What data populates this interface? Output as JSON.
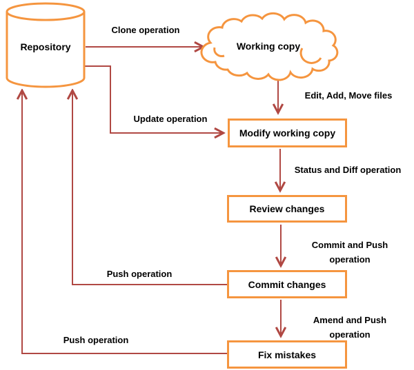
{
  "diagram": {
    "type": "flowchart",
    "topic": "Version control workflow",
    "colors": {
      "shape_outline": "#f5953f",
      "arrow": "#b04843",
      "label": "#000000",
      "background": "#ffffff"
    },
    "nodes": {
      "repository": {
        "label": "Repository",
        "shape": "cylinder"
      },
      "working_copy": {
        "label": "Working copy",
        "shape": "cloud"
      },
      "modify_working_copy": {
        "label": "Modify working copy",
        "shape": "rectangle"
      },
      "review_changes": {
        "label": "Review changes",
        "shape": "rectangle"
      },
      "commit_changes": {
        "label": "Commit changes",
        "shape": "rectangle"
      },
      "fix_mistakes": {
        "label": "Fix mistakes",
        "shape": "rectangle"
      }
    },
    "edges": {
      "clone": {
        "label": "Clone operation",
        "from": "repository",
        "to": "working_copy"
      },
      "edit_add_move": {
        "label": "Edit, Add, Move files",
        "from": "working_copy",
        "to": "modify_working_copy"
      },
      "update": {
        "label": "Update operation",
        "from": "repository",
        "to": "modify_working_copy"
      },
      "status_diff": {
        "label": "Status and Diff operation",
        "from": "modify_working_copy",
        "to": "review_changes"
      },
      "commit_push": {
        "label": "Commit and Push operation",
        "from": "review_changes",
        "to": "commit_changes"
      },
      "push_from_commit": {
        "label": "Push operation",
        "from": "commit_changes",
        "to": "repository"
      },
      "amend_push": {
        "label": "Amend and Push operation",
        "from": "commit_changes",
        "to": "fix_mistakes"
      },
      "push_from_fix": {
        "label": "Push operation",
        "from": "fix_mistakes",
        "to": "repository"
      }
    }
  }
}
